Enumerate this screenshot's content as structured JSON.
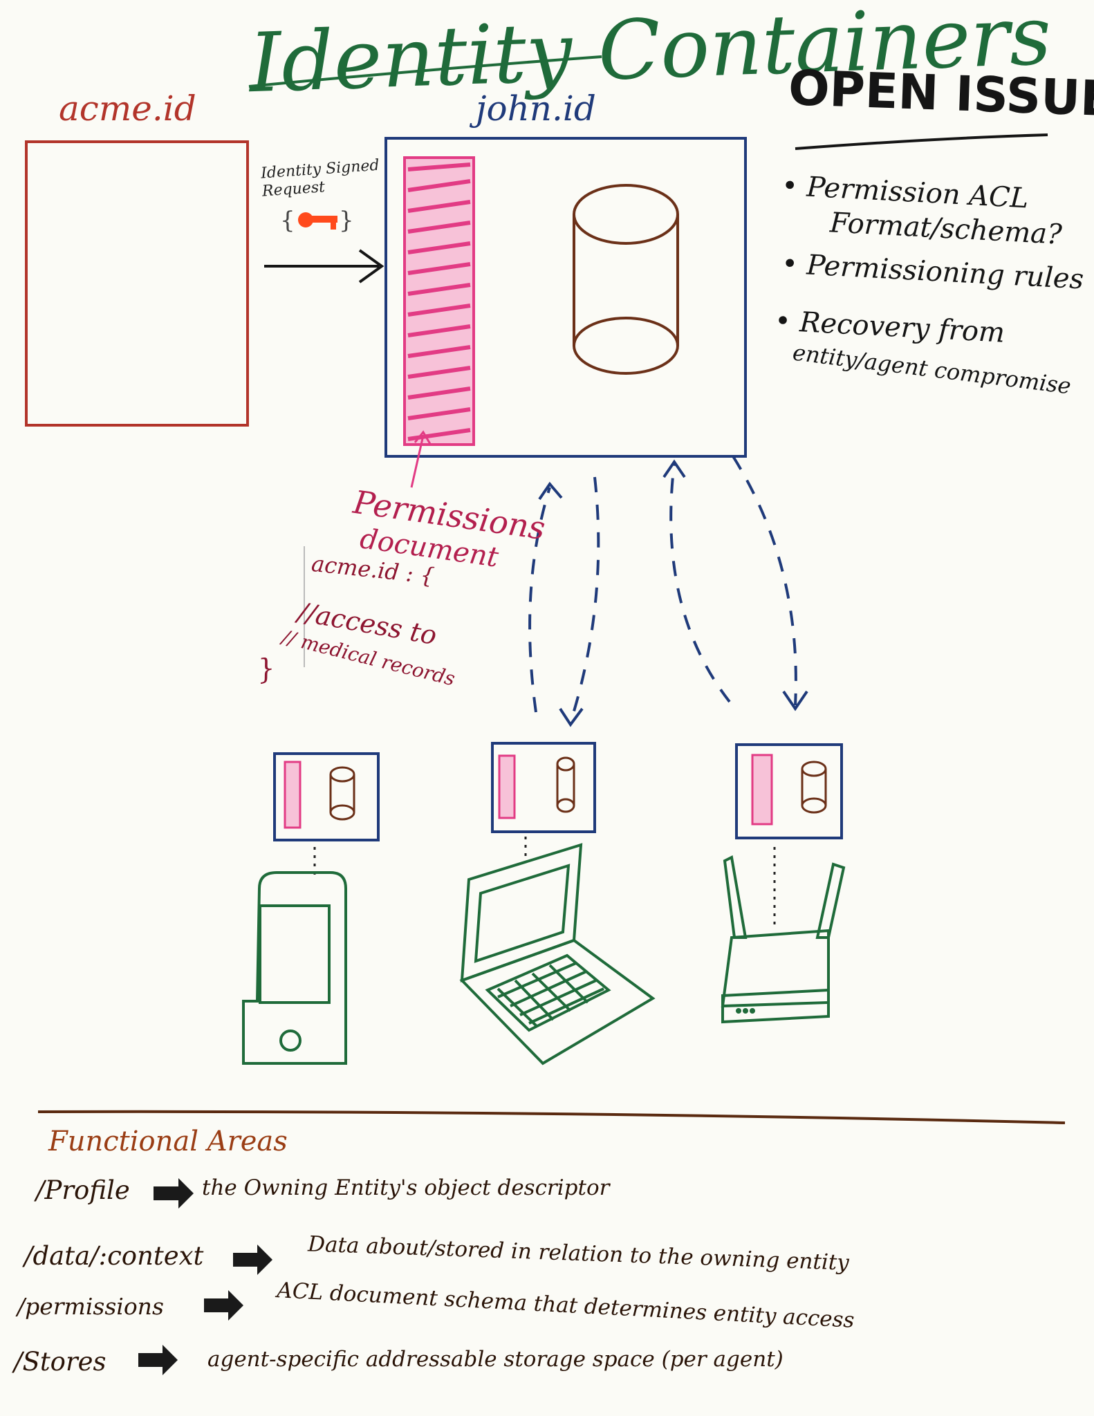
{
  "title": "Identity Containers",
  "acme_label": "acme.id",
  "john_label": "john.id",
  "signed_request": "Identity Signed Request",
  "permissions_note": {
    "heading_line1": "Permissions",
    "heading_line2": "document",
    "code_line1": "acme.id : {",
    "code_line2": "//access to",
    "code_line3": "// medical records",
    "code_line4": "}"
  },
  "open_issues": {
    "heading": "OPEN ISSUES",
    "items": [
      "• Permission ACL",
      "Format/schema?",
      "• Permissioning rules",
      "• Recovery from",
      "entity/agent compromise"
    ]
  },
  "functional_areas": {
    "heading": "Functional Areas",
    "rows": [
      {
        "key": "/Profile",
        "desc": "the Owning Entity's object descriptor"
      },
      {
        "key": "/data/:context",
        "desc": "Data about/stored in relation to the owning entity"
      },
      {
        "key": "/permissions",
        "desc": "ACL document schema that determines entity access"
      },
      {
        "key": "/Stores",
        "desc": "agent-specific addressable storage space (per agent)"
      }
    ]
  },
  "colors": {
    "acme": "#b2342a",
    "john": "#1f3a7a",
    "permissions": "#e23b84",
    "storage": "#6b3018",
    "devices": "#1f6b3a",
    "key": "#ff4a1c"
  },
  "icons": [
    "key-icon",
    "phone-icon",
    "laptop-icon",
    "router-icon",
    "database-cylinder-icon"
  ]
}
